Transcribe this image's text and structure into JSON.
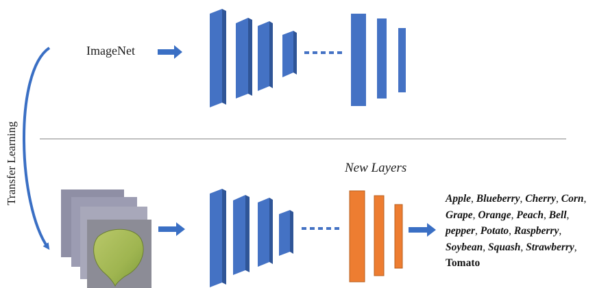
{
  "source_label": "ImageNet",
  "side_label": "Transfer Learning",
  "new_layers_label": "New Layers",
  "classes": {
    "line1": {
      "c1": "Apple",
      "p1": ", ",
      "c2": "Blueberry",
      "p2": ", ",
      "c3": "Cherry",
      "p3": ", ",
      "c4": "Corn",
      "p4": ","
    },
    "line2": {
      "c1": "Grape",
      "p1": ", ",
      "c2": "Orange",
      "p2": ", ",
      "c3": "Peach",
      "p3": ", ",
      "c4": "Bell",
      "p4": ","
    },
    "line3": {
      "c1": "pepper",
      "p1": ", ",
      "c2": "Potato",
      "p2": ", ",
      "c3": "Raspberry",
      "p3": ","
    },
    "line4": {
      "c1": "Soybean",
      "p1": ", ",
      "c2": "Squash",
      "p2": ", ",
      "c3": "Strawberry",
      "p3": ","
    },
    "line5": {
      "t1": "Tomato"
    }
  },
  "colors": {
    "pretrained_layer": "#4472c4",
    "new_layer": "#ed7d31",
    "arrow": "#3a6fc4",
    "divider": "#c0c0c0"
  }
}
